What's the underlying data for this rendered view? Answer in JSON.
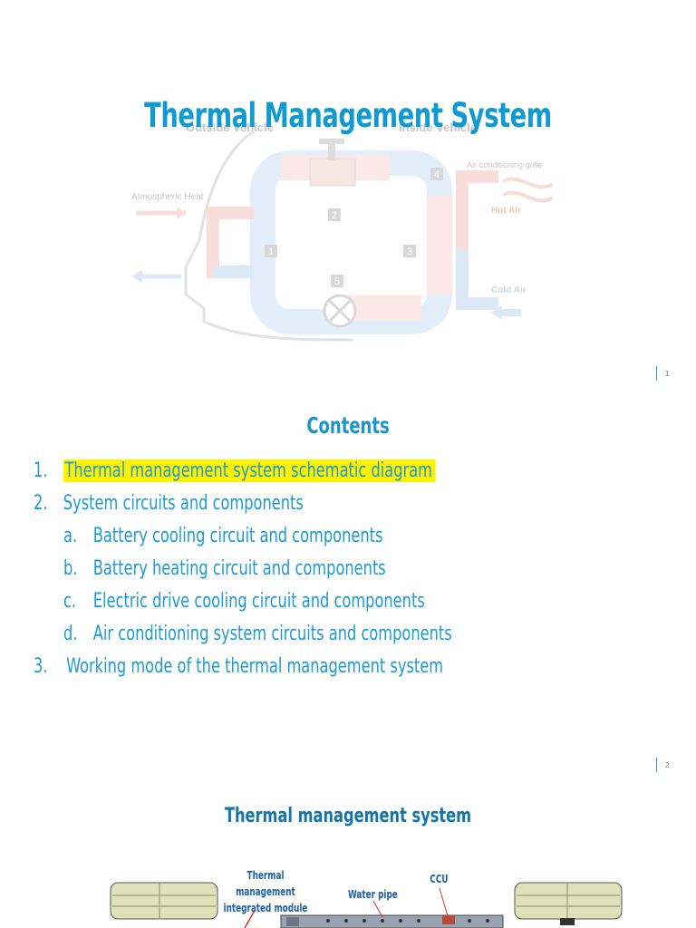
{
  "slide1": {
    "title": "Thermal Management System",
    "diagram": {
      "outside_label": "Outside Vehicle",
      "inside_label": "Inside Vehicle",
      "atmospheric_heat": "Atmospheric Heat",
      "air_grille": "Air-conditioning grille",
      "hot_air": "Hot Air",
      "cold_air": "Cold Air",
      "markers": [
        "1",
        "2",
        "3",
        "4",
        "5"
      ]
    },
    "page_number": "1"
  },
  "slide2": {
    "title": "Contents",
    "items": [
      {
        "num": "1.",
        "text": "Thermal management system schematic diagram",
        "highlight": true
      },
      {
        "num": "2.",
        "text": "System circuits and components"
      },
      {
        "num": "a.",
        "text": "Battery cooling circuit and components"
      },
      {
        "num": "b.",
        "text": "Battery heating circuit and components"
      },
      {
        "num": "c.",
        "text": "Electric drive cooling circuit and components"
      },
      {
        "num": "d.",
        "text": "Air conditioning system circuits and components"
      },
      {
        "num": "3.",
        "text": "Working mode of the thermal management system"
      }
    ],
    "page_number": "2"
  },
  "slide3": {
    "title": "Thermal management system",
    "labels": {
      "module": "Thermal management integrated module",
      "water_pipe": "Water pipe",
      "ccu": "CCU"
    }
  },
  "colors": {
    "title": "#0f9ad1",
    "highlight": "#fff200",
    "hot": "#e8877d",
    "cold": "#7fb4e0"
  }
}
